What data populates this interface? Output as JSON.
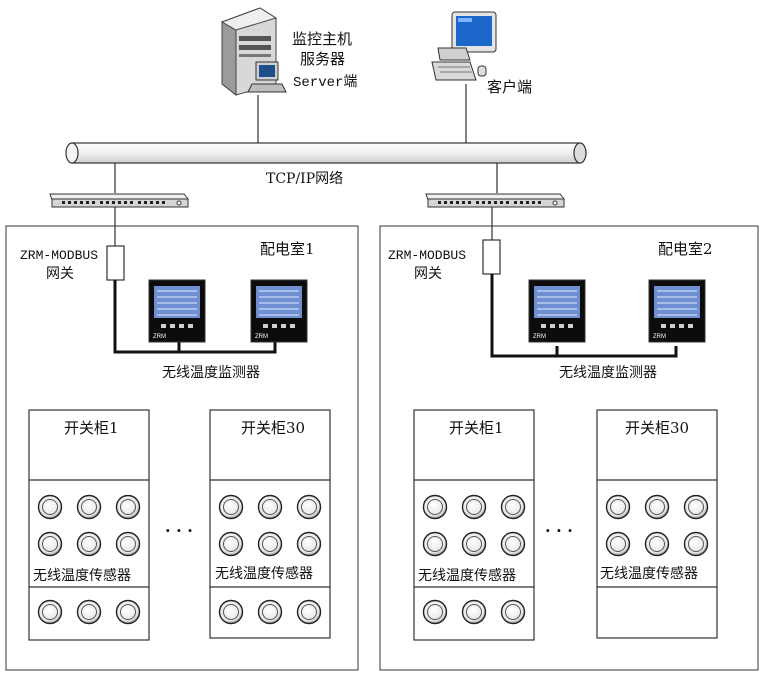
{
  "server": {
    "line1": "监控主机",
    "line2": "服务器",
    "line3": "Server端"
  },
  "client": {
    "label": "客户端"
  },
  "network": {
    "label": "TCP/IP网络"
  },
  "rooms": [
    {
      "title": "配电室1",
      "gateway": {
        "line1": "ZRM-MODBUS",
        "line2": "网关"
      },
      "monitor_label": "无线温度监测器",
      "cabinets": [
        {
          "title": "开关柜1",
          "sensor_label": "无线温度传感器"
        },
        {
          "title": "开关柜30",
          "sensor_label": "无线温度传感器"
        }
      ],
      "ellipsis": "· · ·"
    },
    {
      "title": "配电室2",
      "gateway": {
        "line1": "ZRM-MODBUS",
        "line2": "网关"
      },
      "monitor_label": "无线温度监测器",
      "cabinets": [
        {
          "title": "开关柜1",
          "sensor_label": "无线温度传感器"
        },
        {
          "title": "开关柜30",
          "sensor_label": "无线温度传感器"
        }
      ],
      "ellipsis": "· · ·"
    }
  ],
  "device_brand": "ZRM"
}
